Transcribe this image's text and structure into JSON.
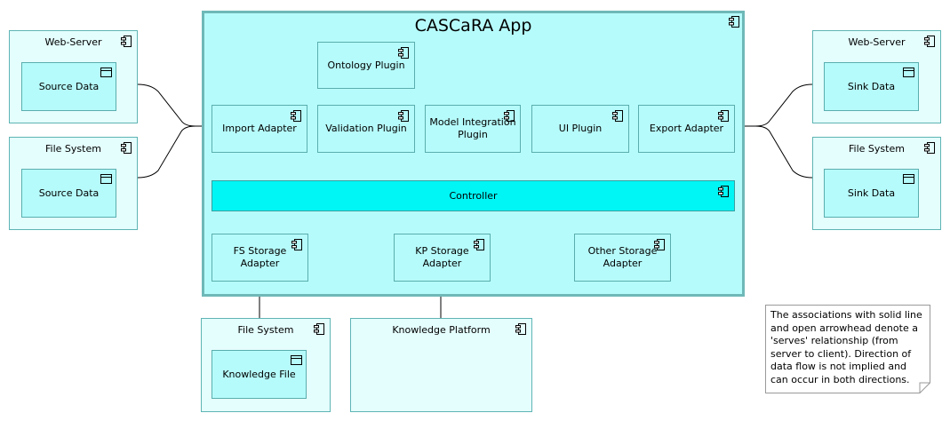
{
  "app": {
    "title": "CASCaRA App"
  },
  "left": {
    "web_server": {
      "label": "Web-Server",
      "inner": "Source Data"
    },
    "file_system": {
      "label": "File System",
      "inner": "Source Data"
    }
  },
  "right": {
    "web_server": {
      "label": "Web-Server",
      "inner": "Sink Data"
    },
    "file_system": {
      "label": "File System",
      "inner": "Sink Data"
    }
  },
  "components": {
    "ontology": "Ontology Plugin",
    "import": "Import Adapter",
    "validation": "Validation Plugin",
    "model_integration": "Model Integration Plugin",
    "ui": "UI Plugin",
    "export": "Export Adapter",
    "controller": "Controller",
    "fs_storage": "FS Storage Adapter",
    "kp_storage": "KP Storage Adapter",
    "other_storage": "Other Storage Adapter"
  },
  "bottom": {
    "file_system": {
      "label": "File System",
      "inner": "Knowledge File"
    },
    "knowledge_platform": {
      "label": "Knowledge Platform"
    }
  },
  "note": {
    "text": "The associations with solid line and  open arrowhead denote a 'serves' relationship (from server to client). Direction of data flow is not implied and can occur in both directions."
  },
  "icons": {
    "component": "component-icon",
    "artifact": "artifact-icon"
  },
  "colors": {
    "app_fill": "#b6fbfb",
    "external_fill": "#e4fdfd",
    "controller_fill": "#00f5f5",
    "border": "#5aaeae"
  }
}
